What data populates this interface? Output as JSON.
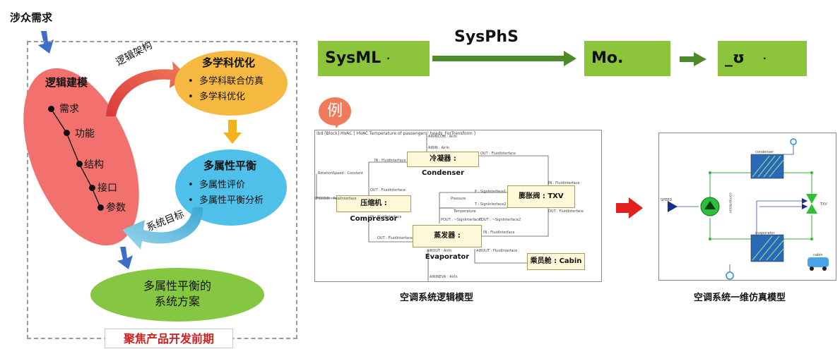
{
  "title": "涉众需求",
  "logic": {
    "title": "逻辑建模",
    "items": [
      "需求",
      "功能",
      "结构",
      "接口",
      "参数"
    ]
  },
  "arrows": {
    "logic_arch": "逻辑架构",
    "system_goal": "系统目标"
  },
  "multidiscipline": {
    "title": "多学科优化",
    "items": [
      "多学科联合仿真",
      "多学科优化"
    ]
  },
  "balance": {
    "title": "多属性平衡",
    "items": [
      "多属性评价",
      "多属性平衡分析"
    ]
  },
  "scheme": {
    "line1": "多属性平衡的",
    "line2": "系统方案"
  },
  "phase_label": "聚焦产品开发前期",
  "flow": {
    "box1": "SysML",
    "box1_mark": "·",
    "sysphs": "SysPhS",
    "box2": "Mo.",
    "box3": "_ʊ",
    "box3_mark": "·"
  },
  "example_badge": "例",
  "logic_diagram": {
    "header": "ibd [Block] HVAC [ HVAC Temperature of passengers' heads_ForTransform ]",
    "blocks": {
      "condenser": "冷凝器 : Condenser",
      "compressor": "压缩机 : Compressor",
      "txv": "膨胀阀 : TXV",
      "evaporator": "蒸发器 : Evaporator",
      "cabin": "乘员舱 : Cabin"
    },
    "labels": {
      "aircon": "AIRINCON : AirIn",
      "airin": "AIRIN : AirIn",
      "out_c": "OUT : FluidInterface",
      "in_c": "IN : FluidInterface",
      "rotation": "RotationSpeed : Constent",
      "speedin": "SPEEDIN : RealInterface",
      "out_comp": "OUT : FluidInterface",
      "in_comp": "IN : FluidInterface",
      "p_sig": "P : SignInterface1",
      "pressure": "Pressure",
      "t_sig": "T : SignInterface2",
      "temperature": "Temperature",
      "in_txv": "IN : FluidInterface",
      "out_txv": "OUT : FluidInterface",
      "pout": "POUT : ~SignInterface1",
      "tout": "TOUT : ~SignInterface2",
      "out_e": "OUT : FluidInterface",
      "in_e": "IN : FluidInterface",
      "airout_e": "AIROUT : AirIn",
      "airout_f": "AIROUT : FluidInterface",
      "aireva": "AIRINEVA : AirIn"
    },
    "caption": "空调系统逻辑模型"
  },
  "sim_model": {
    "labels": {
      "condenser": "condenser",
      "compressor": "compressor",
      "evaporator": "evaporator",
      "cabin": "cabin",
      "txv": "TXV",
      "speed": "SPEED"
    },
    "caption": "空调系统一维仿真模型"
  },
  "colors": {
    "red_ellipse": "#f2716f",
    "orange_ellipse": "#f5b942",
    "blue_ellipse": "#4fc0ea",
    "green_ellipse": "#86c741",
    "flow_green": "#8cc43c",
    "dark_green_arrow": "#4f8a2a",
    "highlight_red": "#d21f1f"
  }
}
